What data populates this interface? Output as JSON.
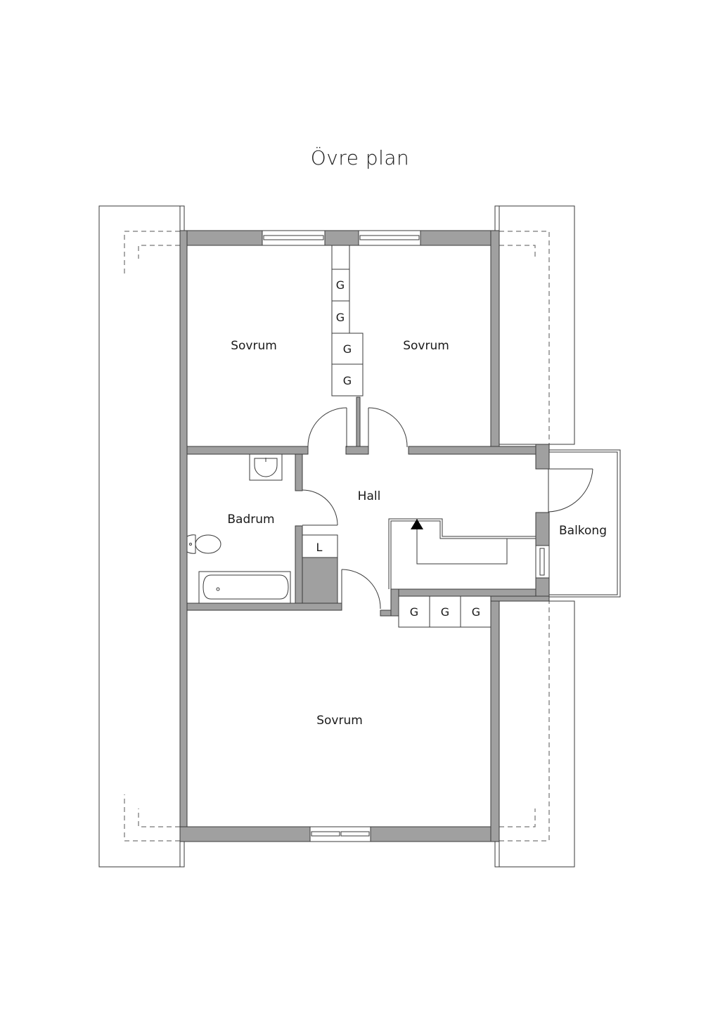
{
  "title": "Övre plan",
  "colors": {
    "wall": "#a0a0a0",
    "line": "#3a3a3a",
    "background": "#ffffff",
    "text": "#1a1a1a"
  },
  "rooms": [
    {
      "id": "bedroom-top-left",
      "label": "Sovrum"
    },
    {
      "id": "bedroom-top-right",
      "label": "Sovrum"
    },
    {
      "id": "hall",
      "label": "Hall"
    },
    {
      "id": "bathroom",
      "label": "Badrum"
    },
    {
      "id": "balcony",
      "label": "Balkong"
    },
    {
      "id": "bedroom-bottom",
      "label": "Sovrum"
    }
  ],
  "closets": {
    "top_column": [
      "G",
      "G",
      "G",
      "G"
    ],
    "bottom_row": [
      "G",
      "G",
      "G"
    ],
    "linen": "L"
  }
}
